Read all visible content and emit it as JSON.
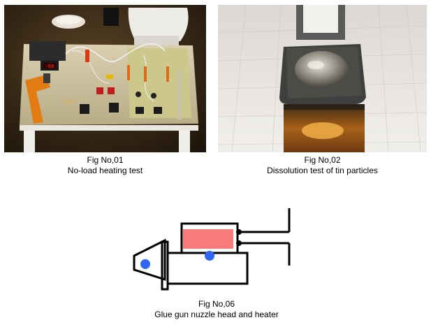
{
  "figures": [
    {
      "number": "Fig No,01",
      "title": "No-load heating test",
      "display": "-88"
    },
    {
      "number": "Fig No,02",
      "title": "Dissolution test of tin particles"
    },
    {
      "number": "Fig No,06",
      "title": "Glue gun nuzzle head and heater"
    }
  ],
  "colors": {
    "heater_fill": "#f77b7b",
    "dot_blue": "#2f66f2",
    "outline": "#000000"
  }
}
